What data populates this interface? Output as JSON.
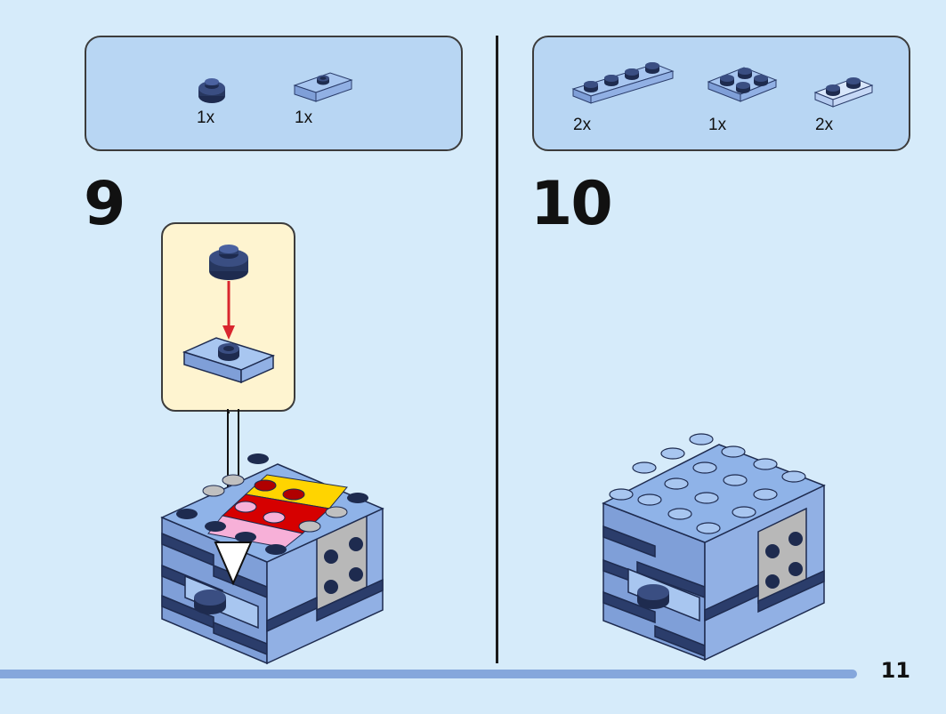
{
  "step_9": {
    "number": "9",
    "parts": [
      {
        "qty": "1x",
        "icon": "round-plate-1x1-dark-blue-icon"
      },
      {
        "qty": "1x",
        "icon": "jumper-plate-1x2-light-blue-icon"
      }
    ]
  },
  "step_10": {
    "number": "10",
    "parts": [
      {
        "qty": "2x",
        "icon": "plate-1x4-light-blue-icon"
      },
      {
        "qty": "1x",
        "icon": "plate-2x2-light-blue-icon"
      },
      {
        "qty": "2x",
        "icon": "plate-1x2-light-blue-icon"
      }
    ]
  },
  "page": {
    "number": "11"
  },
  "colors": {
    "background": "#d6ebfa",
    "parts_box": "#b8d6f3",
    "subassembly_box": "#fef4d0",
    "light_blue": "#8fb3e8",
    "dark_blue": "#2b3d6b",
    "arrow_red": "#d9262e",
    "progress_bar": "#85a7dc"
  }
}
